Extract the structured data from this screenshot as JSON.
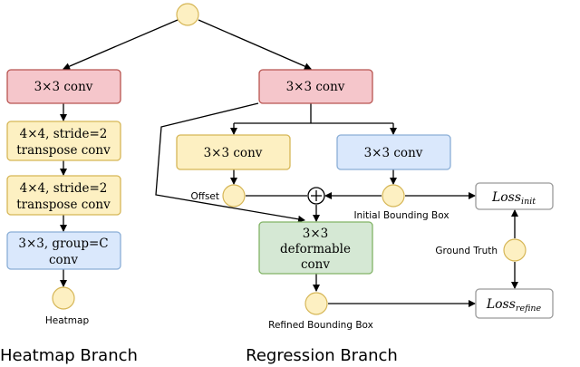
{
  "colors": {
    "red_fill": "#f5c6cb",
    "red_stroke": "#b85450",
    "yellow_fill": "#fdf0c2",
    "yellow_stroke": "#d6b656",
    "blue_fill": "#dae8fc",
    "blue_stroke": "#8aaed6",
    "green_fill": "#d5e8d4",
    "green_stroke": "#82b366",
    "gray_stroke": "#9a9a9a",
    "node_fill": "#fdf0c2",
    "node_stroke": "#d6b656"
  },
  "heatmap_branch": {
    "conv1": "3×3 conv",
    "transpose1_line1": "4×4, stride=2",
    "transpose1_line2": "transpose conv",
    "transpose2_line1": "4×4, stride=2",
    "transpose2_line2": "transpose conv",
    "group_conv_line1": "3×3, group=C",
    "group_conv_line2": "conv",
    "output_label": "Heatmap",
    "title": "Heatmap Branch"
  },
  "regression_branch": {
    "conv1": "3×3 conv",
    "conv_left": "3×3 conv",
    "conv_right": "3×3 conv",
    "offset_label": "Offset",
    "initial_bbox_label": "Initial Bounding Box",
    "deformable_line1": "3×3",
    "deformable_line2": "deformable",
    "deformable_line3": "conv",
    "refined_bbox_label": "Refined Bounding Box",
    "ground_truth_label": "Ground Truth",
    "plus_symbol": "+",
    "title": "Regression Branch"
  },
  "losses": {
    "init_main": "Loss",
    "init_sub": "init",
    "refine_main": "Loss",
    "refine_sub": "refine"
  }
}
